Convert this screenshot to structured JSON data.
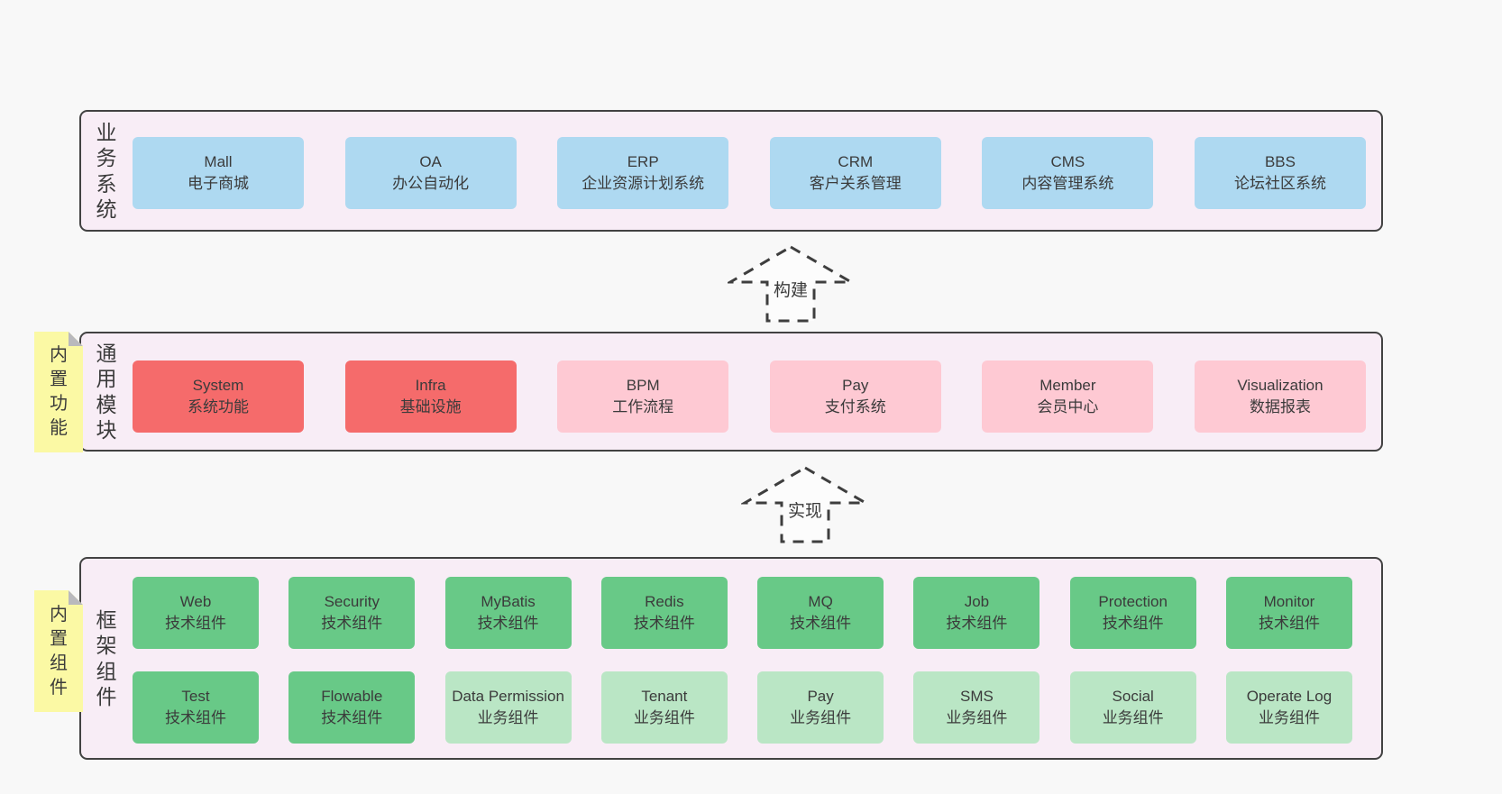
{
  "colors": {
    "page_bg": "#f8f8f8",
    "panel_bg": "#f8edf6",
    "panel_border": "#424242",
    "blue_box": "#aed9f1",
    "red_box": "#f56b6b",
    "pink_box": "#fec9d3",
    "green_box": "#68c987",
    "green_light_box": "#bae6c5",
    "sticky_yellow": "#fbf9a4",
    "text": "#3b3b3b"
  },
  "sections": {
    "business": {
      "side_label": "业务系统",
      "boxes": [
        {
          "title": "Mall",
          "subtitle": "电子商城"
        },
        {
          "title": "OA",
          "subtitle": "办公自动化"
        },
        {
          "title": "ERP",
          "subtitle": "企业资源计划系统"
        },
        {
          "title": "CRM",
          "subtitle": "客户关系管理"
        },
        {
          "title": "CMS",
          "subtitle": "内容管理系统"
        },
        {
          "title": "BBS",
          "subtitle": "论坛社区系统"
        }
      ]
    },
    "modules": {
      "side_label": "通用模块",
      "sticky_label": "内置功能",
      "boxes": [
        {
          "title": "System",
          "subtitle": "系统功能"
        },
        {
          "title": "Infra",
          "subtitle": "基础设施"
        },
        {
          "title": "BPM",
          "subtitle": "工作流程"
        },
        {
          "title": "Pay",
          "subtitle": "支付系统"
        },
        {
          "title": "Member",
          "subtitle": "会员中心"
        },
        {
          "title": "Visualization",
          "subtitle": "数据报表"
        }
      ]
    },
    "components": {
      "side_label": "框架组件",
      "sticky_label": "内置组件",
      "row1": [
        {
          "title": "Web",
          "subtitle": "技术组件"
        },
        {
          "title": "Security",
          "subtitle": "技术组件"
        },
        {
          "title": "MyBatis",
          "subtitle": "技术组件"
        },
        {
          "title": "Redis",
          "subtitle": "技术组件"
        },
        {
          "title": "MQ",
          "subtitle": "技术组件"
        },
        {
          "title": "Job",
          "subtitle": "技术组件"
        },
        {
          "title": "Protection",
          "subtitle": "技术组件"
        },
        {
          "title": "Monitor",
          "subtitle": "技术组件"
        }
      ],
      "row2": [
        {
          "title": "Test",
          "subtitle": "技术组件"
        },
        {
          "title": "Flowable",
          "subtitle": "技术组件"
        },
        {
          "title": "Data Permission",
          "subtitle": "业务组件"
        },
        {
          "title": "Tenant",
          "subtitle": "业务组件"
        },
        {
          "title": "Pay",
          "subtitle": "业务组件"
        },
        {
          "title": "SMS",
          "subtitle": "业务组件"
        },
        {
          "title": "Social",
          "subtitle": "业务组件"
        },
        {
          "title": "Operate Log",
          "subtitle": "业务组件"
        }
      ]
    }
  },
  "arrows": {
    "build": "构建",
    "implement": "实现"
  }
}
